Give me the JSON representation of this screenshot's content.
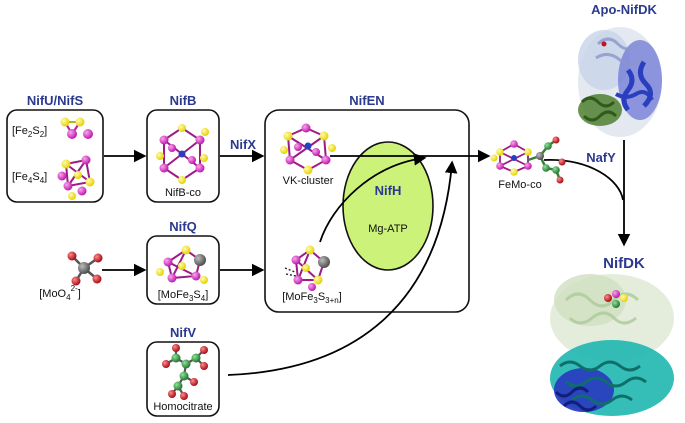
{
  "colors": {
    "label_blue": "#2b3a8f",
    "sulfur": "#e6d400",
    "iron": "#d41fbf",
    "molybdenum": "#6a6a6a",
    "carbon": "#2e8b3a",
    "oxygen": "#c0141e",
    "nifh_fill": "#cdf27a",
    "protein_blue": "#2a3fbf",
    "protein_teal": "#1fb6b0",
    "protein_green": "#4f7f2f"
  },
  "labels": {
    "nifu_nifs": "NifU/NifS",
    "nifb": "NifB",
    "nifx": "NifX",
    "nifen": "NifEN",
    "nifq": "NifQ",
    "nifv": "NifV",
    "nifh": "NifH",
    "nafy": "NafY",
    "apo_nifdk": "Apo-NifDK",
    "nifdk": "NifDK"
  },
  "species": {
    "fe2s2": {
      "prefix": "[Fe",
      "sub1": "2",
      "mid": "S",
      "sub2": "2",
      "suffix": "]"
    },
    "fe4s4": {
      "prefix": "[Fe",
      "sub1": "4",
      "mid": "S",
      "sub2": "4",
      "suffix": "]"
    },
    "moo4": {
      "prefix": "[MoO",
      "sub1": "4",
      "sup": "2-",
      "suffix": "]"
    },
    "mofe3s4": {
      "prefix": "[MoFe",
      "sub1": "3",
      "mid": "S",
      "sub2": "4",
      "suffix": "]"
    },
    "mofe3s3n": {
      "prefix": "[MoFe",
      "sub1": "3",
      "mid": "S",
      "sub2": "3+n",
      "suffix": "]"
    },
    "nifb_co": "NifB-co",
    "vk_cluster": "VK-cluster",
    "mg_atp": "Mg-ATP",
    "femo_co": "FeMo-co",
    "homocitrate": "Homocitrate"
  }
}
